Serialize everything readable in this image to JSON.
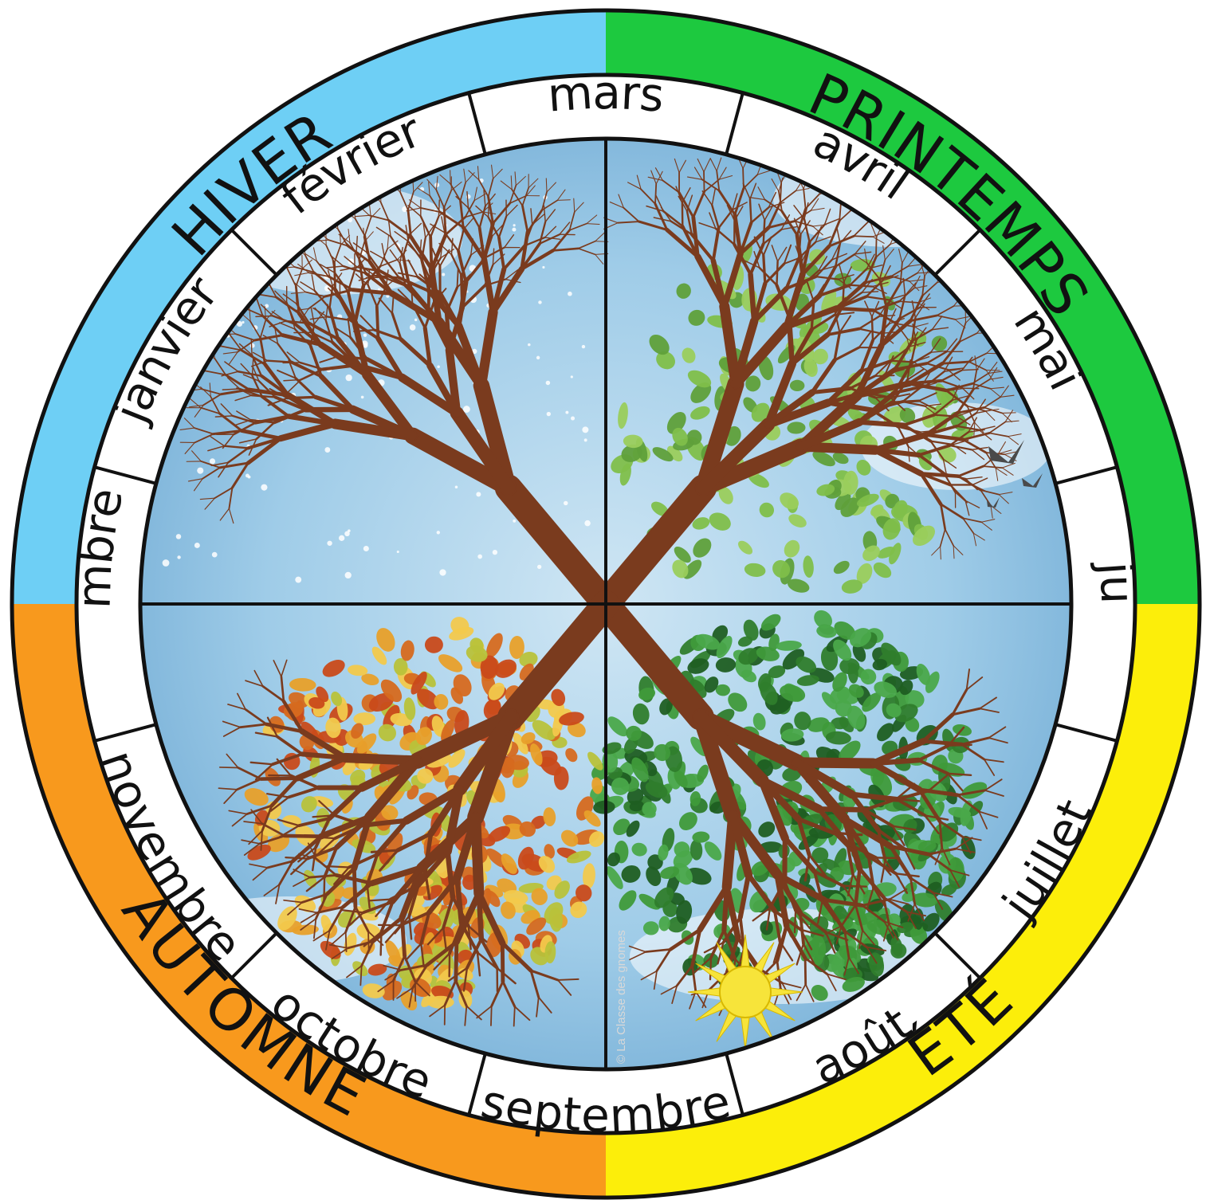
{
  "seasons": [
    {
      "id": "hiver",
      "label": "HIVER",
      "color": "#6ecff5"
    },
    {
      "id": "printemps",
      "label": "PRINTEMPS",
      "color": "#1dc93f"
    },
    {
      "id": "ete",
      "label": "ÉTÉ",
      "color": "#fcee0a"
    },
    {
      "id": "automne",
      "label": "AUTOMNE",
      "color": "#f8991d"
    }
  ],
  "months": [
    {
      "id": "mars",
      "label": "mars"
    },
    {
      "id": "avril",
      "label": "avril"
    },
    {
      "id": "mai",
      "label": "mai"
    },
    {
      "id": "juin",
      "label": "juin"
    },
    {
      "id": "juillet",
      "label": "juillet"
    },
    {
      "id": "aout",
      "label": "août"
    },
    {
      "id": "septembre",
      "label": "septembre"
    },
    {
      "id": "octobre",
      "label": "octobre"
    },
    {
      "id": "novembre",
      "label": "novembre"
    },
    {
      "id": "decembre",
      "label": "décembre"
    },
    {
      "id": "janvier",
      "label": "janvier"
    },
    {
      "id": "fevrier",
      "label": "février"
    }
  ],
  "credit": "© La Classe des gnomes",
  "illustration": {
    "sky_color": "#8ec3e4",
    "trunk_color": "#7a3b1e",
    "winter_snow_color": "#ffffff",
    "spring_leaf_color": "#7fbf4a",
    "summer_leaf_color": "#2f7d2c",
    "autumn_leaf_color": "#e8a02a",
    "sun_color": "#f7e43a"
  }
}
